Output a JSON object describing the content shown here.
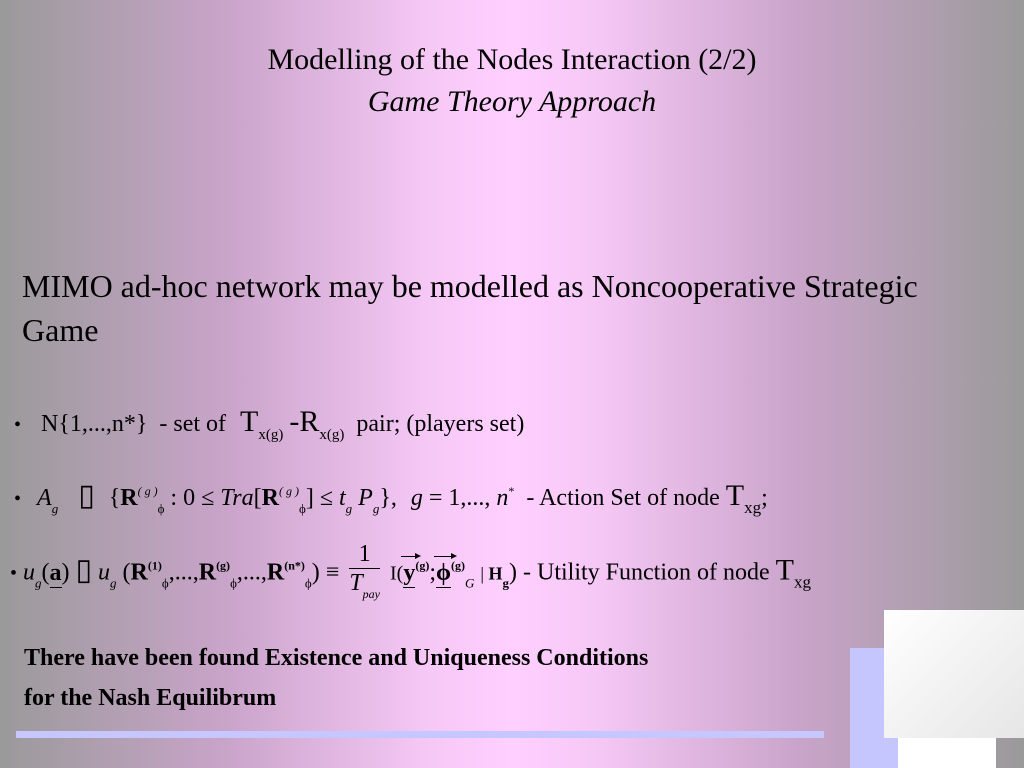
{
  "slide": {
    "title": "Modelling of the Nodes Interaction (2/2)",
    "subtitle": "Game Theory Approach",
    "intro": "MIMO ad-hoc network may be modelled as Noncooperative Strategic Game"
  },
  "bullets": {
    "b1": {
      "lhs": "N{1,...,n*}",
      "dash": "-  set of",
      "t_sym": "T",
      "t_sub": "x(g)",
      "r_sym": "-R",
      "r_sub": "x(g)",
      "desc": "pair; (players set)"
    },
    "b2": {
      "a_sym": "A",
      "a_sub": "g",
      "set_open": "{",
      "r": "R",
      "phi": "ϕ",
      "g_sup": "( g )",
      "cond1": ": 0 ≤",
      "tra": "Tra",
      "bracket_open": "[",
      "bracket_close": "]",
      "le": "≤",
      "t": "t",
      "t_sub": "g",
      "p": "P",
      "p_sub": "g",
      "set_close": "},",
      "g_eq": "g",
      "eq_rest": "= 1,...,",
      "n": "n",
      "n_sup": "*",
      "desc": "- Action Set of node",
      "node_sym": "T",
      "node_sub": "xg",
      "end": ";"
    },
    "b3": {
      "u": "u",
      "u_sub": "g",
      "arg": "(",
      "a_bold": "a",
      "arg_close": ")",
      "u2": "u",
      "u2_sub": "g",
      "open": "(",
      "r1": "R",
      "r1_sup": "(1)",
      "dots1": ",...,",
      "r2": "R",
      "r2_sup": "(g)",
      "dots2": ",...,",
      "r3": "R",
      "r3_sup": "(n*)",
      "phi": "ϕ",
      "close": ")",
      "equiv": "≡",
      "frac_num": "1",
      "frac_den": "T",
      "frac_den_sub": "pay",
      "i": "I(",
      "y": "y",
      "y_sup": "(g)",
      "semicolon": ";",
      "phi2": "ϕ",
      "phi2_sup": "(g)",
      "g_sub": "G",
      "bar": "| ",
      "h": "H",
      "h_sub": "g",
      "paren": ")",
      "desc": "- Utility Function of  node",
      "node_sym": "T",
      "node_sub": "xg"
    }
  },
  "conclusion": {
    "line1": "There have been found Existence and  Uniqueness Conditions",
    "line2": "for the Nash Equilibrum"
  }
}
